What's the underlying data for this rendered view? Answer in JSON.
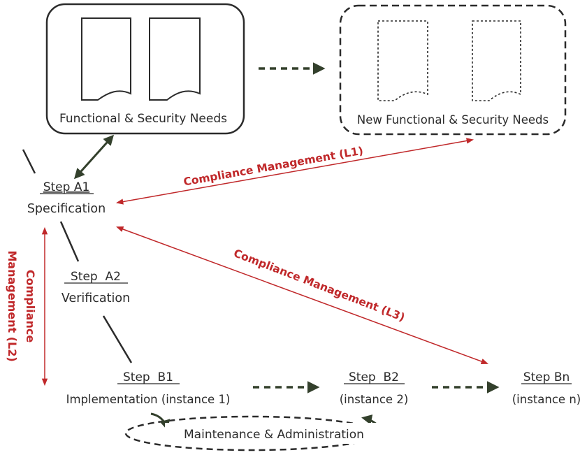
{
  "needs_box": {
    "label": "Functional & Security Needs"
  },
  "new_needs_box": {
    "label": "New Functional & Security Needs"
  },
  "step_a1": {
    "title": "Step A1",
    "subtitle": "Specification"
  },
  "step_a2": {
    "title": "Step  A2",
    "subtitle": "Verification"
  },
  "step_b1": {
    "title": "Step  B1",
    "subtitle": "Implementation (instance 1)"
  },
  "step_b2": {
    "title": "Step  B2",
    "subtitle": "(instance 2)"
  },
  "step_bn": {
    "title": "Step Bn",
    "subtitle": "(instance n)"
  },
  "compliance": {
    "l1": "Compliance Management (L1)",
    "l2_line1": "Compliance",
    "l2_line2": "Management (L2)",
    "l3": "Compliance Management (L3)"
  },
  "maintenance": {
    "label": "Maintenance & Administration"
  },
  "colors": {
    "accent": "#c0282a",
    "ink": "#2b2b2b",
    "arrow": "#33402c"
  }
}
